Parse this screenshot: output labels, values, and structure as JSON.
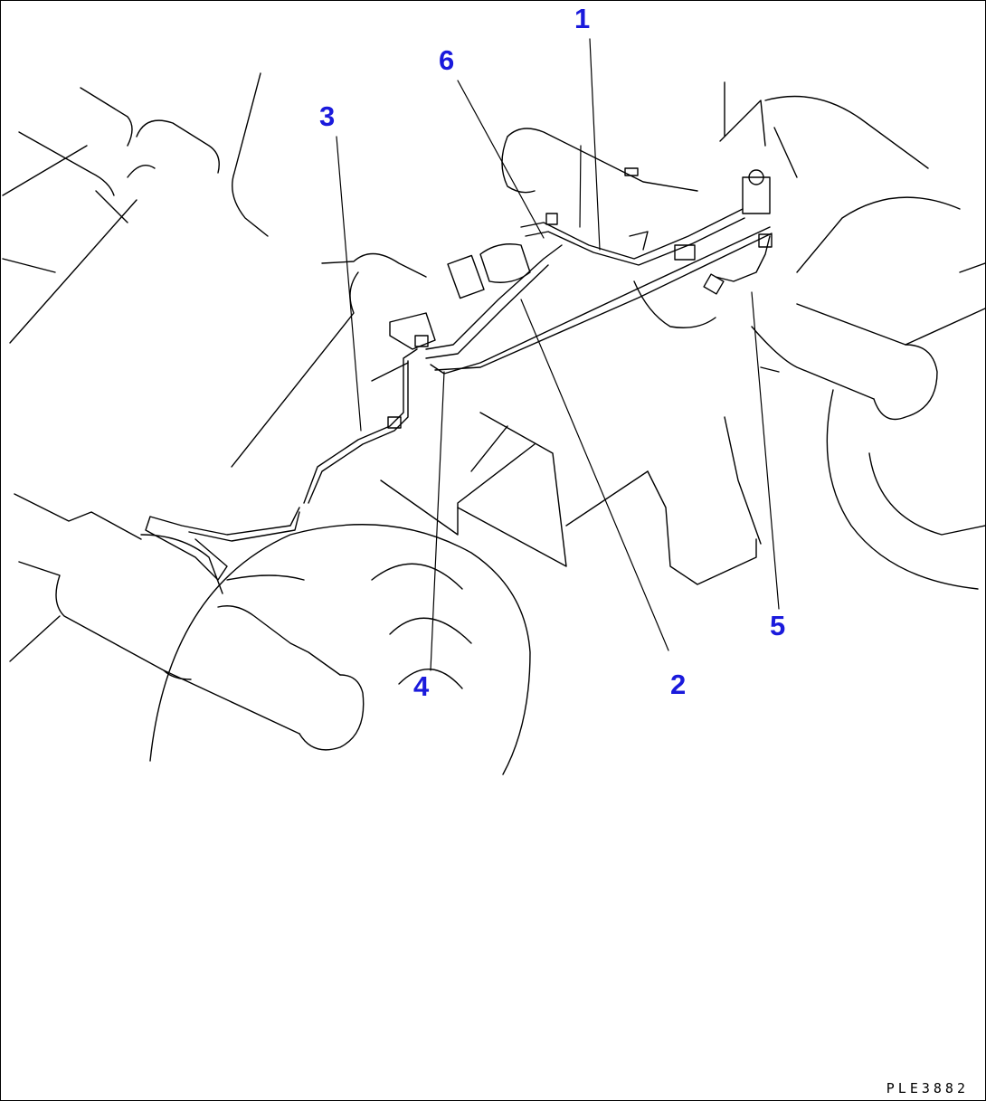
{
  "callouts": [
    {
      "id": "1",
      "text": "1"
    },
    {
      "id": "2",
      "text": "2"
    },
    {
      "id": "3",
      "text": "3"
    },
    {
      "id": "4",
      "text": "4"
    },
    {
      "id": "5",
      "text": "5"
    },
    {
      "id": "6",
      "text": "6"
    }
  ],
  "drawing_code": "PLE3882",
  "colors": {
    "callout": "#1a1adc",
    "line": "#000000"
  }
}
